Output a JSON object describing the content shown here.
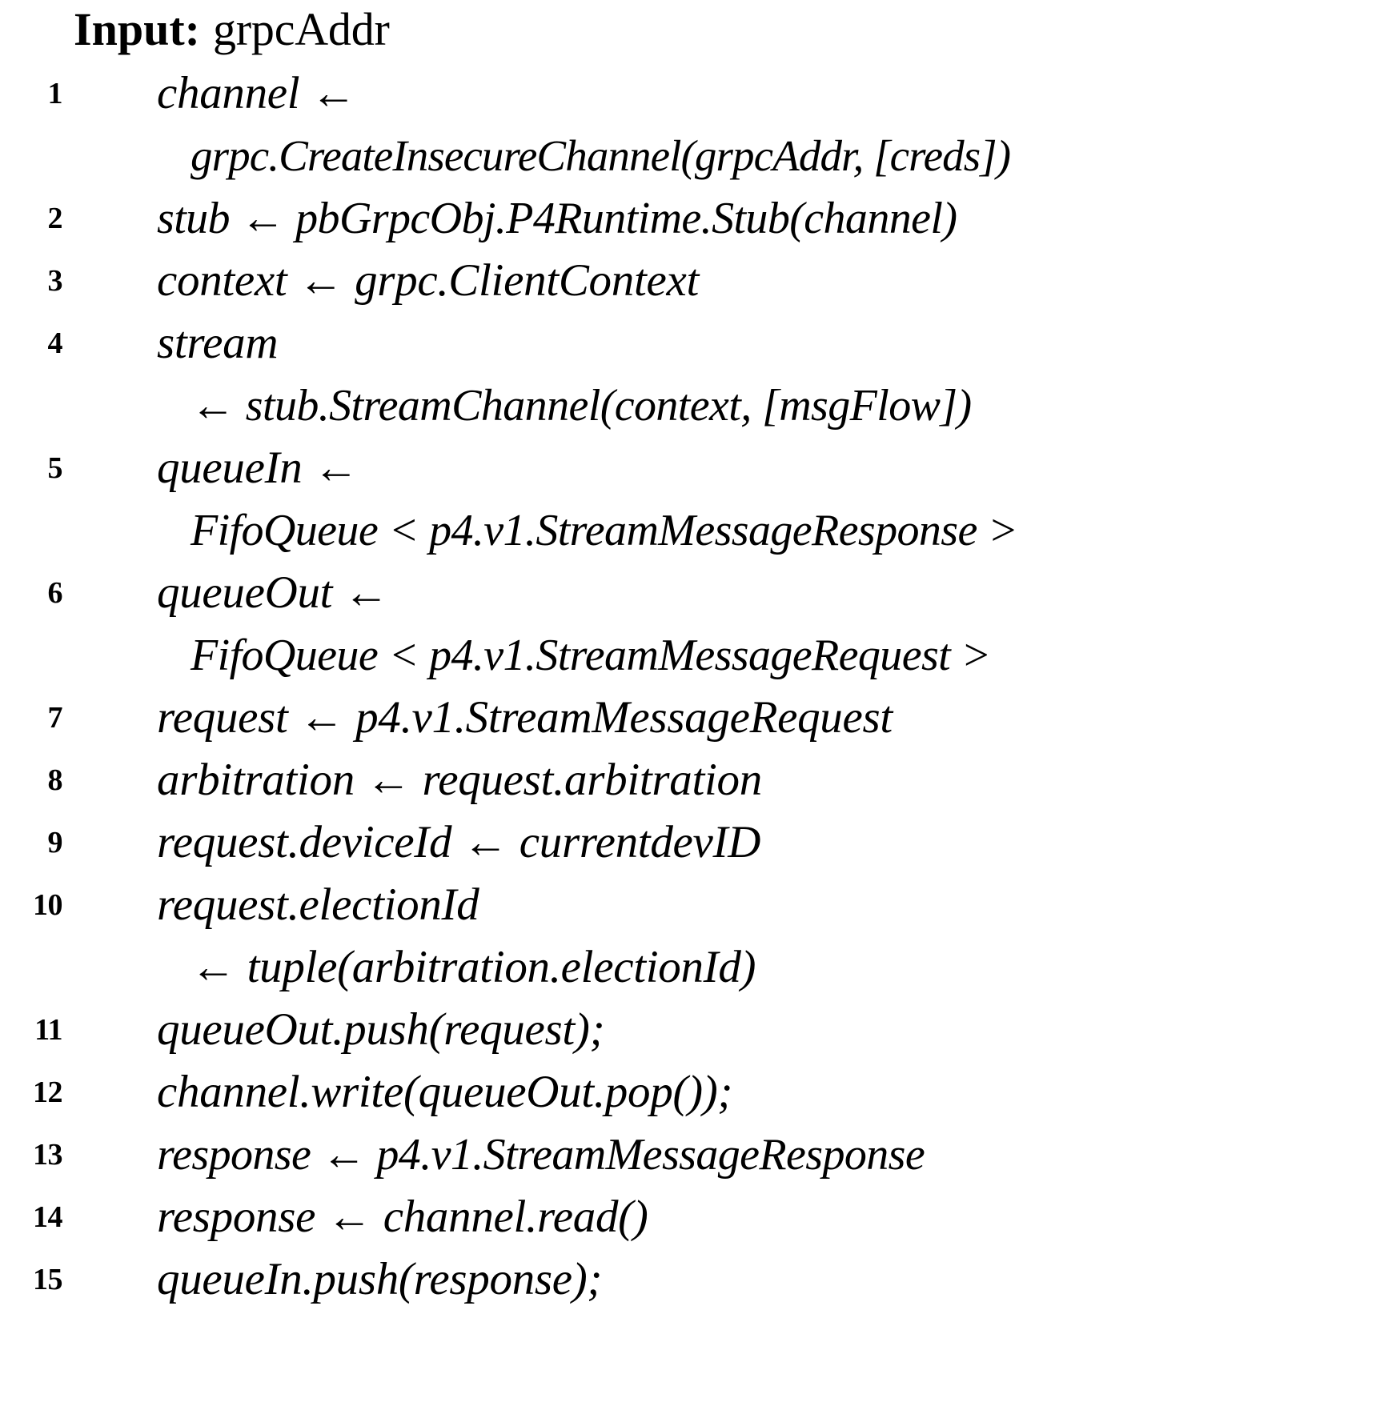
{
  "algorithm": {
    "input": {
      "label": "Input:",
      "value": "grpcAddr"
    },
    "steps": [
      {
        "num": "1",
        "lines": [
          "channel ←",
          "grpc.CreateInsecureChannel(grpcAddr, [creds])"
        ]
      },
      {
        "num": "2",
        "lines": [
          "stub ← pbGrpcObj.P4Runtime.Stub(channel)"
        ]
      },
      {
        "num": "3",
        "lines": [
          "context ← grpc.ClientContext"
        ]
      },
      {
        "num": "4",
        "lines": [
          "stream",
          "← stub.StreamChannel(context, [msgFlow])"
        ]
      },
      {
        "num": "5",
        "lines": [
          "queueIn ←",
          "FifoQueue < p4.v1.StreamMessageResponse >"
        ]
      },
      {
        "num": "6",
        "lines": [
          "queueOut ←",
          "FifoQueue < p4.v1.StreamMessageRequest >"
        ]
      },
      {
        "num": "7",
        "lines": [
          "request ← p4.v1.StreamMessageRequest"
        ]
      },
      {
        "num": "8",
        "lines": [
          "arbitration ← request.arbitration"
        ]
      },
      {
        "num": "9",
        "lines": [
          "request.deviceId ← currentdevID"
        ]
      },
      {
        "num": "10",
        "lines": [
          "request.electionId",
          "← tuple(arbitration.electionId)"
        ]
      },
      {
        "num": "11",
        "lines": [
          "queueOut.push(request);"
        ]
      },
      {
        "num": "12",
        "lines": [
          "channel.write(queueOut.pop());"
        ]
      },
      {
        "num": "13",
        "lines": [
          "response ← p4.v1.StreamMessageResponse"
        ]
      },
      {
        "num": "14",
        "lines": [
          "response ← channel.read()"
        ]
      },
      {
        "num": "15",
        "lines": [
          "queueIn.push(response);"
        ]
      }
    ]
  }
}
